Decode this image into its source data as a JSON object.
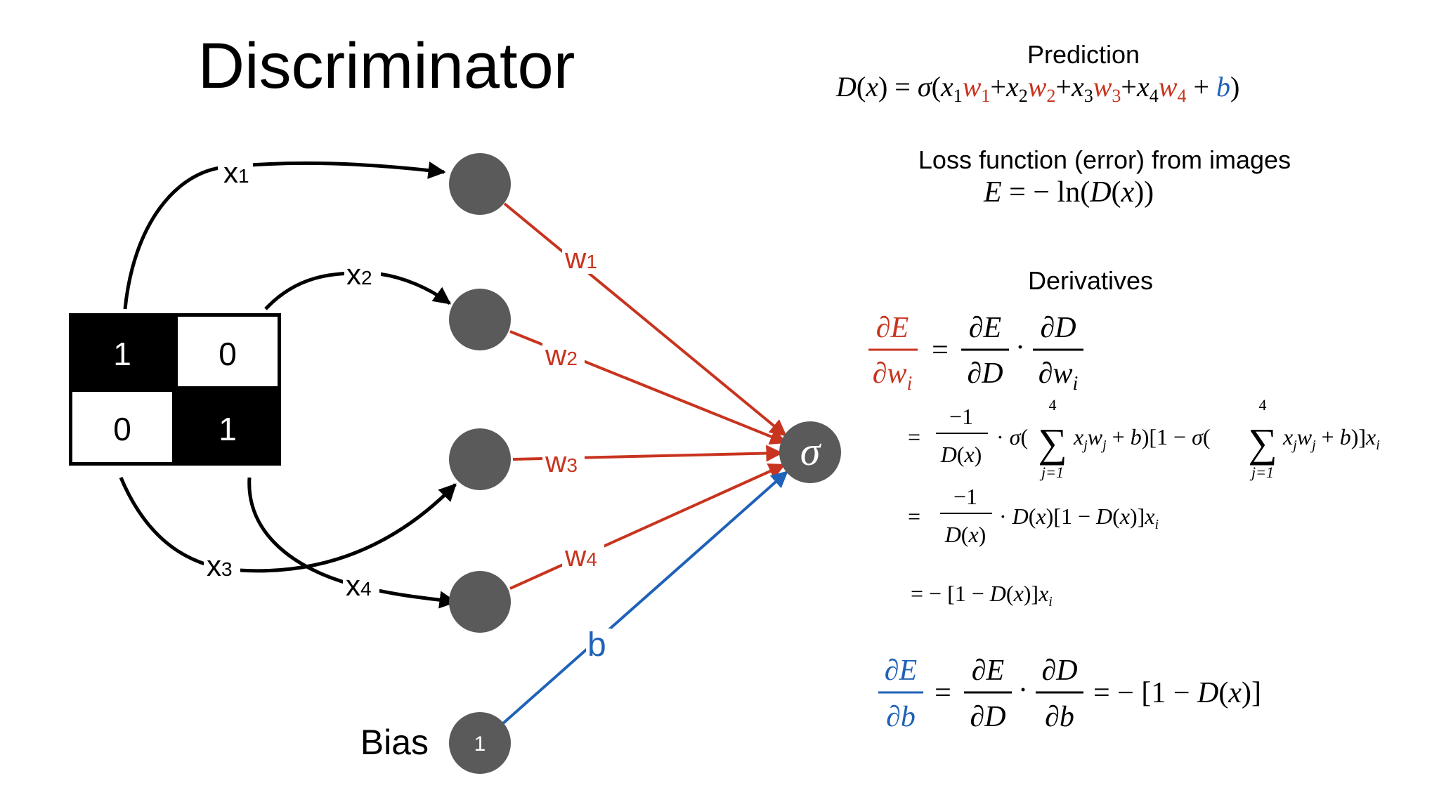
{
  "title": "Discriminator",
  "colors": {
    "weight": "#c8341f",
    "bias": "#1f62b8",
    "node": "#5a5a5a",
    "ink": "#000000"
  },
  "input_image": {
    "cells": [
      "1",
      "0",
      "0",
      "1"
    ],
    "fills": [
      "black",
      "white",
      "white",
      "black"
    ]
  },
  "edges": {
    "x1": "x",
    "x1_sub": "1",
    "x2": "x",
    "x2_sub": "2",
    "x3": "x",
    "x3_sub": "3",
    "x4": "x",
    "x4_sub": "4",
    "w1": "w",
    "w1_sub": "1",
    "w2": "w",
    "w2_sub": "2",
    "w3": "w",
    "w3_sub": "3",
    "w4": "w",
    "w4_sub": "4",
    "b": "b"
  },
  "sigma_node": "σ",
  "bias_node": {
    "label": "Bias",
    "value": "1"
  },
  "prediction": {
    "heading": "Prediction",
    "formula": "D(x) = σ(x₁w₁+x₂w₂+x₃w₃+x₄w₄ + b)"
  },
  "loss": {
    "heading": "Loss function (error) from images",
    "formula": "E = − ln(D(x))"
  },
  "derivatives": {
    "heading": "Derivatives",
    "line1": "∂E/∂wᵢ = ∂E/∂D · ∂D/∂wᵢ",
    "line2": "= −1/D(x) · σ(Σⱼ₌₁⁴ xⱼwⱼ + b)[1 − σ(Σⱼ₌₁⁴ xⱼwⱼ + b)]xᵢ",
    "line3": "= −1/D(x) · D(x)[1 − D(x)]xᵢ",
    "line4": "= − [1 − D(x)]xᵢ",
    "line5": "∂E/∂b = ∂E/∂D · ∂D/∂b = − [1 − D(x)]"
  }
}
